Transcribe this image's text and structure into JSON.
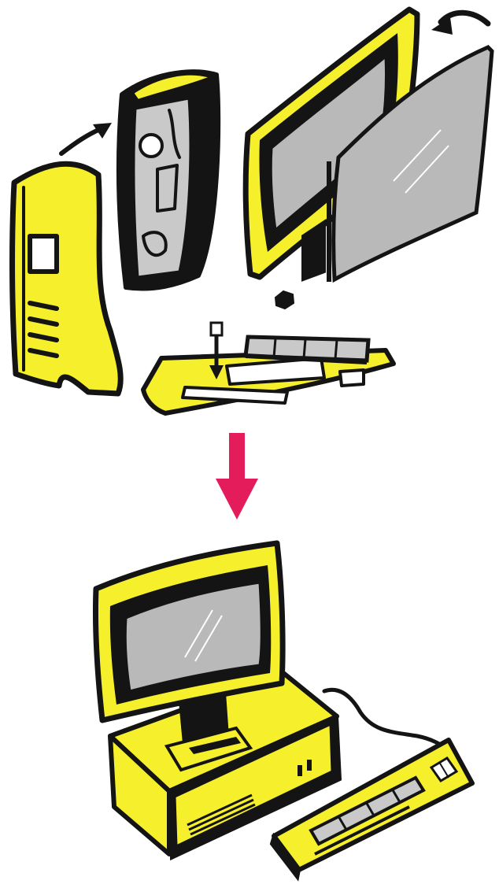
{
  "colors": {
    "accent_yellow": "#f6ef2b",
    "ink": "#141414",
    "screen_gray": "#b9b9b9",
    "arrow_pink": "#e51c5b",
    "background": "#ffffff"
  },
  "scenes": {
    "top": {
      "components": [
        {
          "id": "tower-front-panel",
          "icon": "tower-front-panel-icon"
        },
        {
          "id": "tower-chassis",
          "icon": "tower-chassis-icon"
        },
        {
          "id": "monitor-frame",
          "icon": "monitor-frame-icon"
        },
        {
          "id": "monitor-glass",
          "icon": "monitor-glass-icon"
        },
        {
          "id": "screw",
          "icon": "screw-icon"
        },
        {
          "id": "keyboard-base",
          "icon": "keyboard-base-icon"
        },
        {
          "id": "keyboard-keys",
          "icon": "keyboard-keys-icon"
        }
      ],
      "motion_arrows": [
        "panel-attach-arrow-icon",
        "glass-attach-arrow-icon",
        "key-insert-arrow-icon"
      ]
    },
    "transition": {
      "icon": "down-arrow-icon"
    },
    "bottom": {
      "components": [
        {
          "id": "assembled-monitor",
          "icon": "assembled-monitor-icon"
        },
        {
          "id": "assembled-base",
          "icon": "desktop-base-icon"
        },
        {
          "id": "assembled-keyboard",
          "icon": "keyboard-icon"
        },
        {
          "id": "cable",
          "icon": "cable-icon"
        }
      ]
    }
  }
}
